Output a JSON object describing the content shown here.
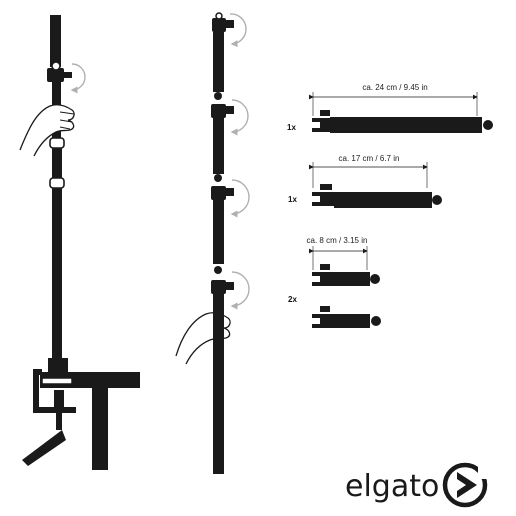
{
  "parts": [
    {
      "quantity": "1x",
      "dimension": "ca. 24 cm / 9.45 in"
    },
    {
      "quantity": "1x",
      "dimension": "ca. 17 cm / 6.7 in"
    },
    {
      "quantity": "2x",
      "dimension": "ca. 8 cm / 3.15 in"
    }
  ],
  "brand": {
    "name": "elgato",
    "icon": "elgato-logo-icon"
  },
  "icons": {
    "rotate": "rotate-arrow-icon",
    "hand": "hand-icon",
    "clamp": "desk-clamp-icon"
  },
  "colors": {
    "ink": "#1a1a1a",
    "arrow": "#b0b0b0",
    "background": "#ffffff"
  }
}
